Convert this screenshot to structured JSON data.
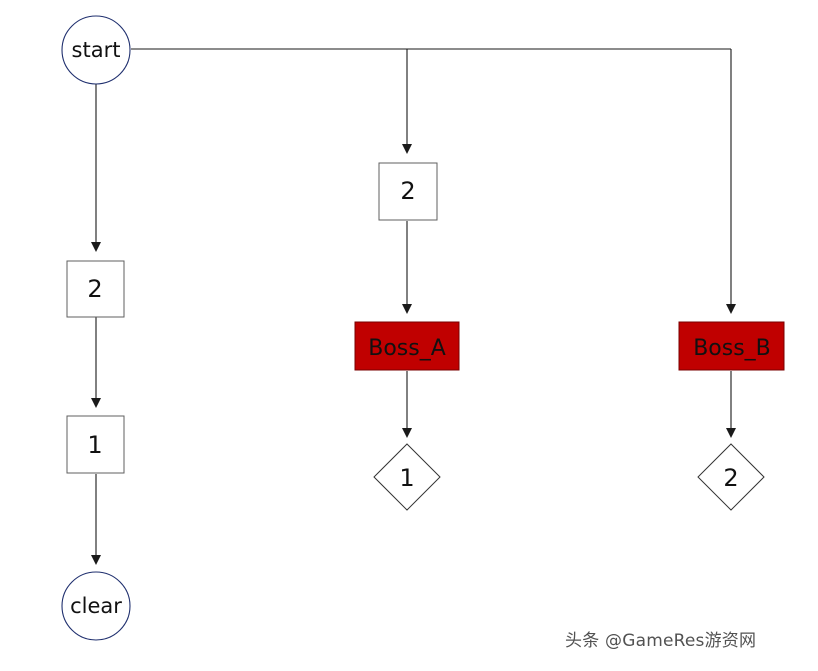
{
  "colors": {
    "node_stroke_circle": "#1f2f6e",
    "node_stroke_box": "#5f5f5f",
    "boss_fill": "#c00000",
    "boss_stroke": "#7a0000",
    "edge": "#1a1a1a"
  },
  "nodes": {
    "start": {
      "label": "start"
    },
    "left_2": {
      "label": "2"
    },
    "left_1": {
      "label": "1"
    },
    "clear": {
      "label": "clear"
    },
    "mid_2": {
      "label": "2"
    },
    "boss_a": {
      "label": "Boss_A"
    },
    "diamond_1": {
      "label": "1"
    },
    "boss_b": {
      "label": "Boss_B"
    },
    "diamond_2": {
      "label": "2"
    }
  },
  "watermark": {
    "text": "头条 @GameRes游资网"
  }
}
